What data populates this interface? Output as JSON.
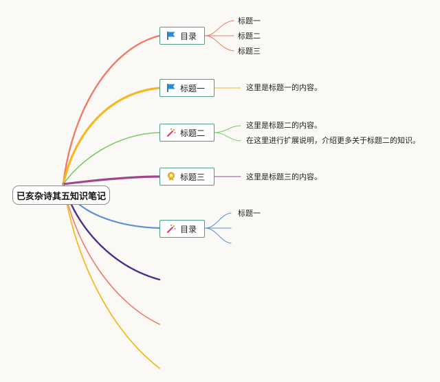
{
  "root": {
    "title": "已亥杂诗其五知识笔记"
  },
  "branches": [
    {
      "label": "目录",
      "icon": "flag-icon",
      "color": "#f07a6a",
      "children": [
        "标题一",
        "标题二",
        "标题三"
      ]
    },
    {
      "label": "标题一",
      "icon": "flag-icon",
      "color": "#f5b820",
      "children": [
        "这里是标题一的内容。"
      ]
    },
    {
      "label": "标题二",
      "icon": "magic-wand-icon",
      "color": "#7dc86a",
      "children": [
        "这里是标题二的内容。",
        "在这里进行扩展说明，介绍更多关于标题二的知识。"
      ]
    },
    {
      "label": "标题三",
      "icon": "award-medal-icon",
      "color": "#a0458f",
      "children": [
        "这里是标题三的内容。"
      ]
    },
    {
      "label": "目录",
      "icon": "magic-wand-icon",
      "color": "#5b8fd6",
      "children": [
        "标题一",
        "",
        ""
      ]
    }
  ],
  "empty_branches": [
    {
      "color": "#4b2e8c"
    },
    {
      "color": "#f07a6a"
    },
    {
      "color": "#f5b820"
    }
  ]
}
